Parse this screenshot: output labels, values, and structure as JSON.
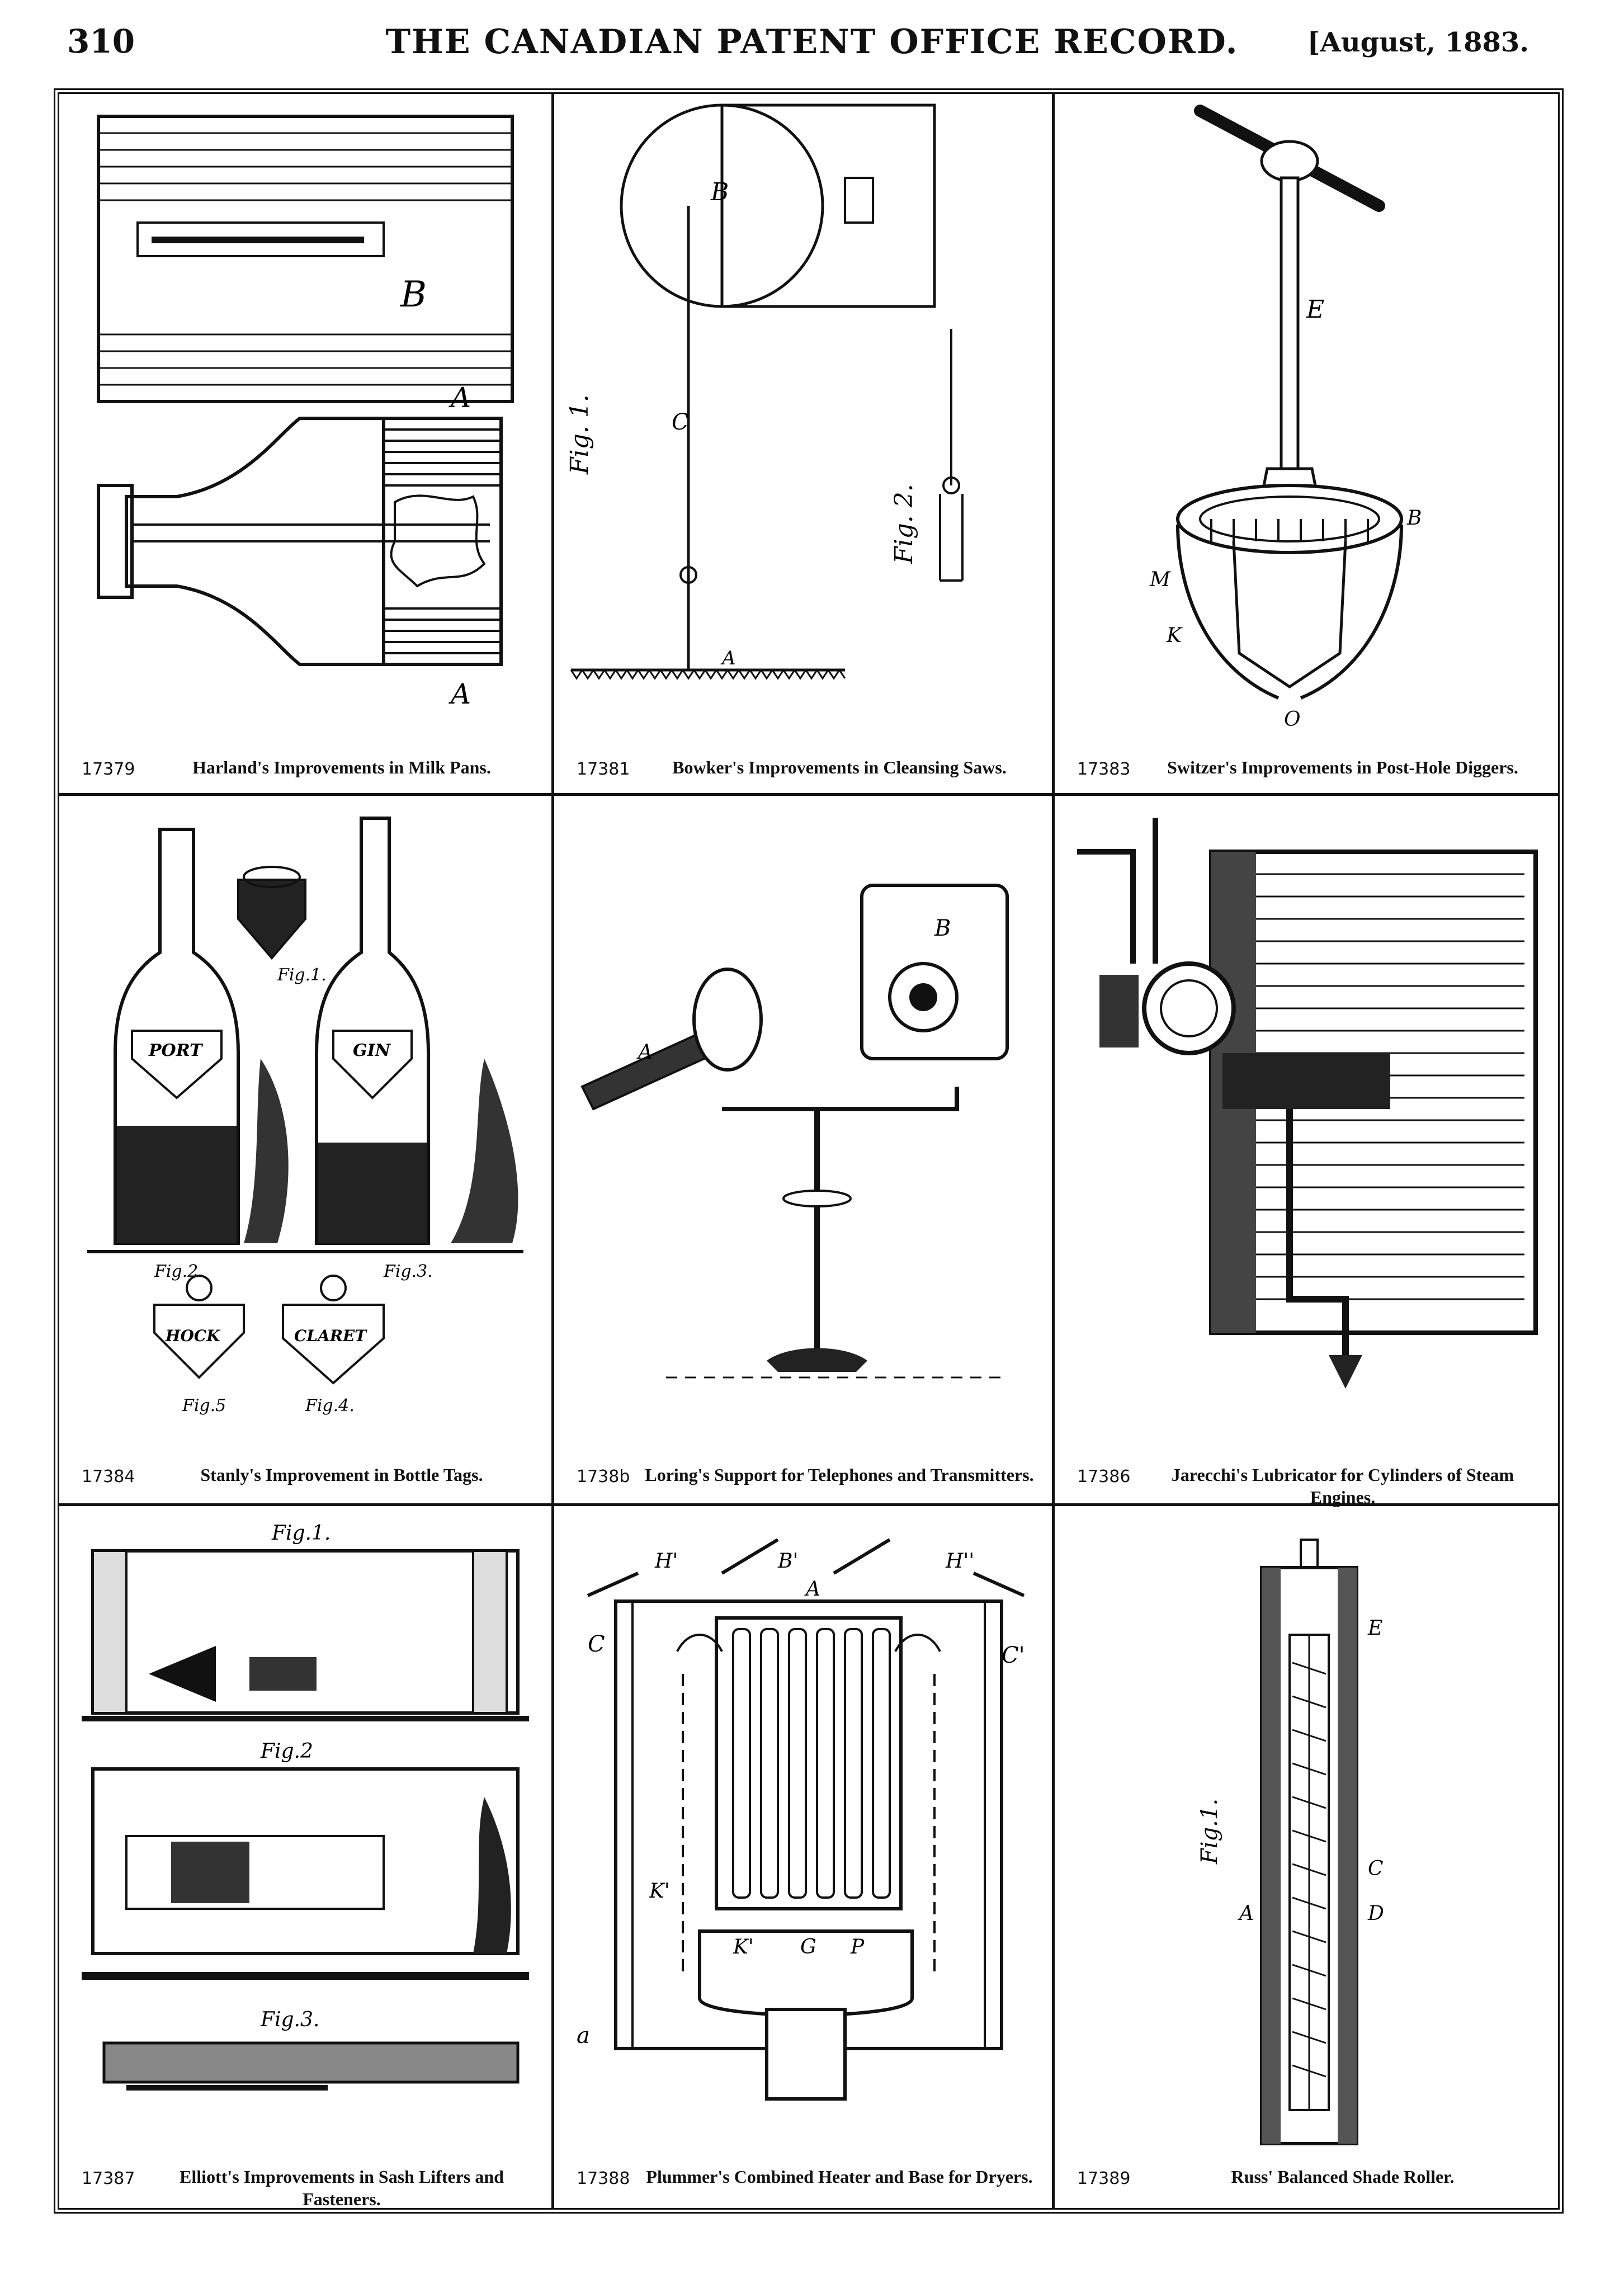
{
  "header": {
    "page_number": "310",
    "title": "THE CANADIAN PATENT OFFICE RECORD.",
    "date": "[August, 1883."
  },
  "patents": [
    {
      "number": "17379",
      "caption": "Harland's Improvements in Milk Pans."
    },
    {
      "number": "17381",
      "caption": "Bowker's Improvements in Cleansing Saws."
    },
    {
      "number": "17383",
      "caption": "Switzer's Improvements in Post-Hole Diggers."
    },
    {
      "number": "17384",
      "caption": "Stanly's Improvement in Bottle Tags."
    },
    {
      "number": "1738b",
      "caption": "Loring's Support for Telephones and Transmitters."
    },
    {
      "number": "17386",
      "caption": "Jarecchi's Lubricator for Cylinders of Steam Engines."
    },
    {
      "number": "17387",
      "caption": "Elliott's Improvements in Sash Lifters and Fasteners."
    },
    {
      "number": "17388",
      "caption": "Plummer's Combined Heater and Base for Dryers."
    },
    {
      "number": "17389",
      "caption": "Russ' Balanced Shade Roller."
    }
  ],
  "drawing_labels": {
    "milk_pan": {
      "b": "B",
      "a1": "A",
      "a2": "A"
    },
    "saws": {
      "fig1": "Fig. 1.",
      "fig2": "Fig. 2.",
      "b": "B",
      "c": "C",
      "a": "A"
    },
    "digger": {
      "e": "E",
      "b": "B",
      "m": "M",
      "k": "K",
      "o": "O"
    },
    "bottles": {
      "fig1": "Fig.1.",
      "fig2": "Fig.2.",
      "fig3": "Fig.3.",
      "fig4": "Fig.4.",
      "fig5": "Fig.5",
      "tag_port": "PORT",
      "tag_gin": "GIN",
      "tag_hock": "HOCK",
      "tag_claret": "CLARET"
    },
    "telephone": {
      "b": "B",
      "a": "A"
    },
    "sash": {
      "fig1": "Fig.1.",
      "fig2": "Fig.2",
      "fig3": "Fig.3."
    },
    "heater": {
      "c": "C",
      "c2": "C'",
      "h1": "H'",
      "h2": "H''",
      "b1": "B'",
      "k1": "K'",
      "k2": "K'",
      "a": "A",
      "g": "G",
      "p": "P",
      "aa": "a"
    },
    "roller": {
      "fig1": "Fig.1.",
      "e": "E",
      "c": "C",
      "d": "D",
      "a": "A"
    }
  }
}
